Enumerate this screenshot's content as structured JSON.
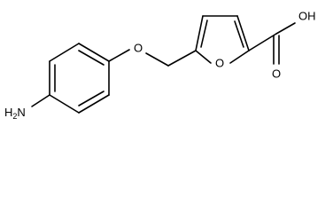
{
  "molecule": {
    "amine_label": "H",
    "amine_subscript": "2",
    "amine_atom": "N",
    "ether_oxygen": "O",
    "ring_oxygen": "O",
    "acid_group": "OH",
    "carbonyl_oxygen": "O"
  }
}
